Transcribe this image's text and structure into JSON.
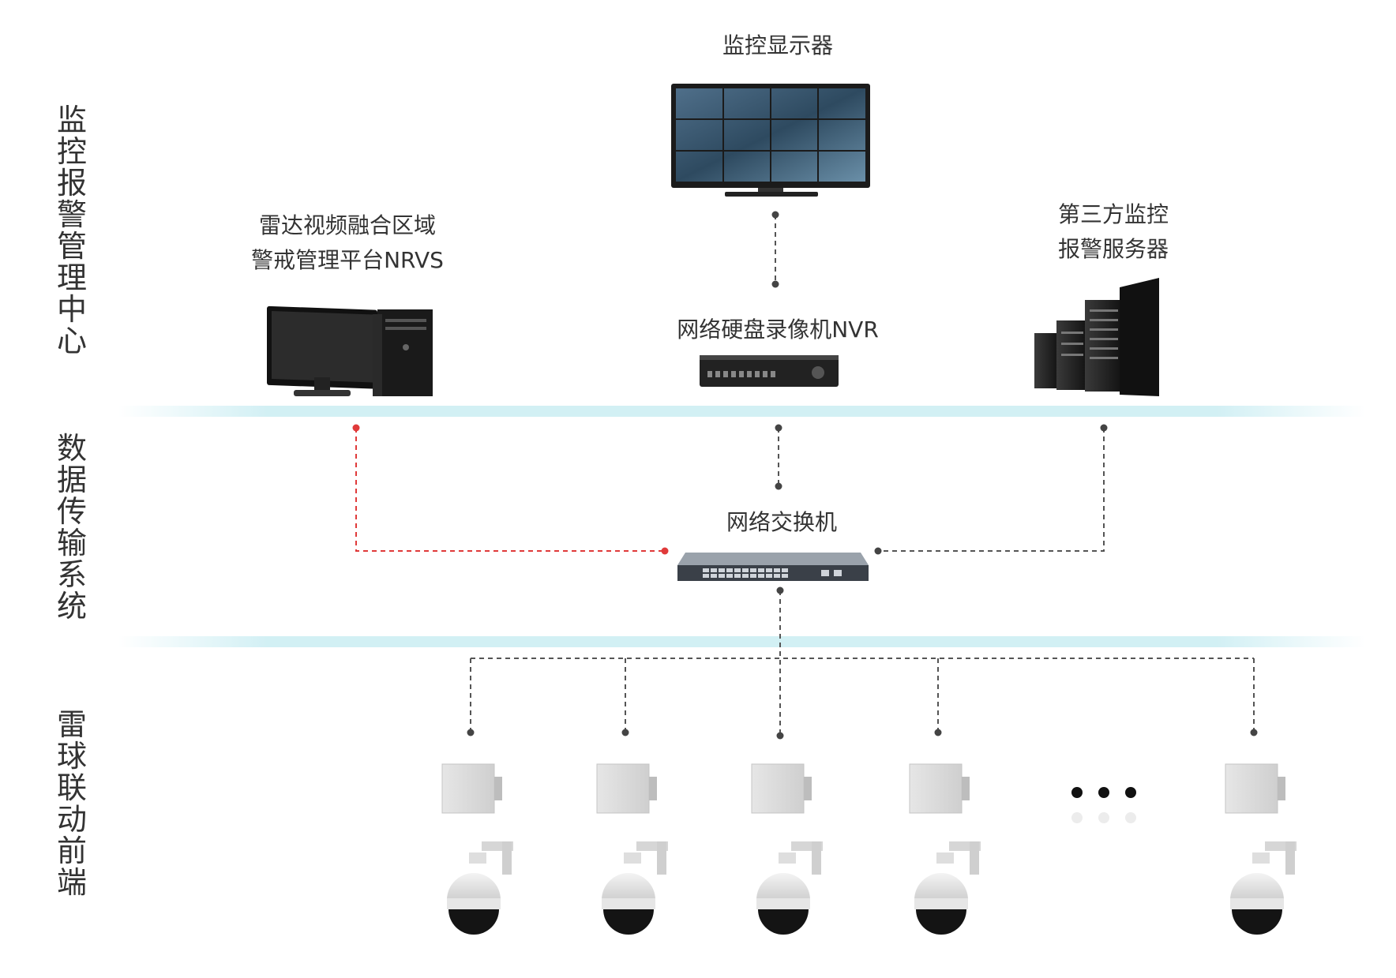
{
  "zones": {
    "management": "监控报警管理中心",
    "transport": "数据传输系统",
    "frontend": "雷球联动前端"
  },
  "nodes": {
    "monitor_display": "监控显示器",
    "nrvs_line1": "雷达视频融合区域",
    "nrvs_line2": "警戒管理平台NRVS",
    "nvr": "网络硬盘录像机NVR",
    "third_party_line1": "第三方监控",
    "third_party_line2": "报警服务器",
    "switch": "网络交换机"
  },
  "colors": {
    "line": "#555555",
    "highlight_line": "#e03a3a",
    "band": "#cdeef3"
  },
  "icons": [
    "monitor-icon",
    "desktop-pc-icon",
    "nvr-device-icon",
    "server-rack-icon",
    "network-switch-icon",
    "radar-icon",
    "ptz-dome-camera-icon",
    "ellipsis-icon"
  ],
  "front_end": {
    "device_pair_count": 5
  }
}
